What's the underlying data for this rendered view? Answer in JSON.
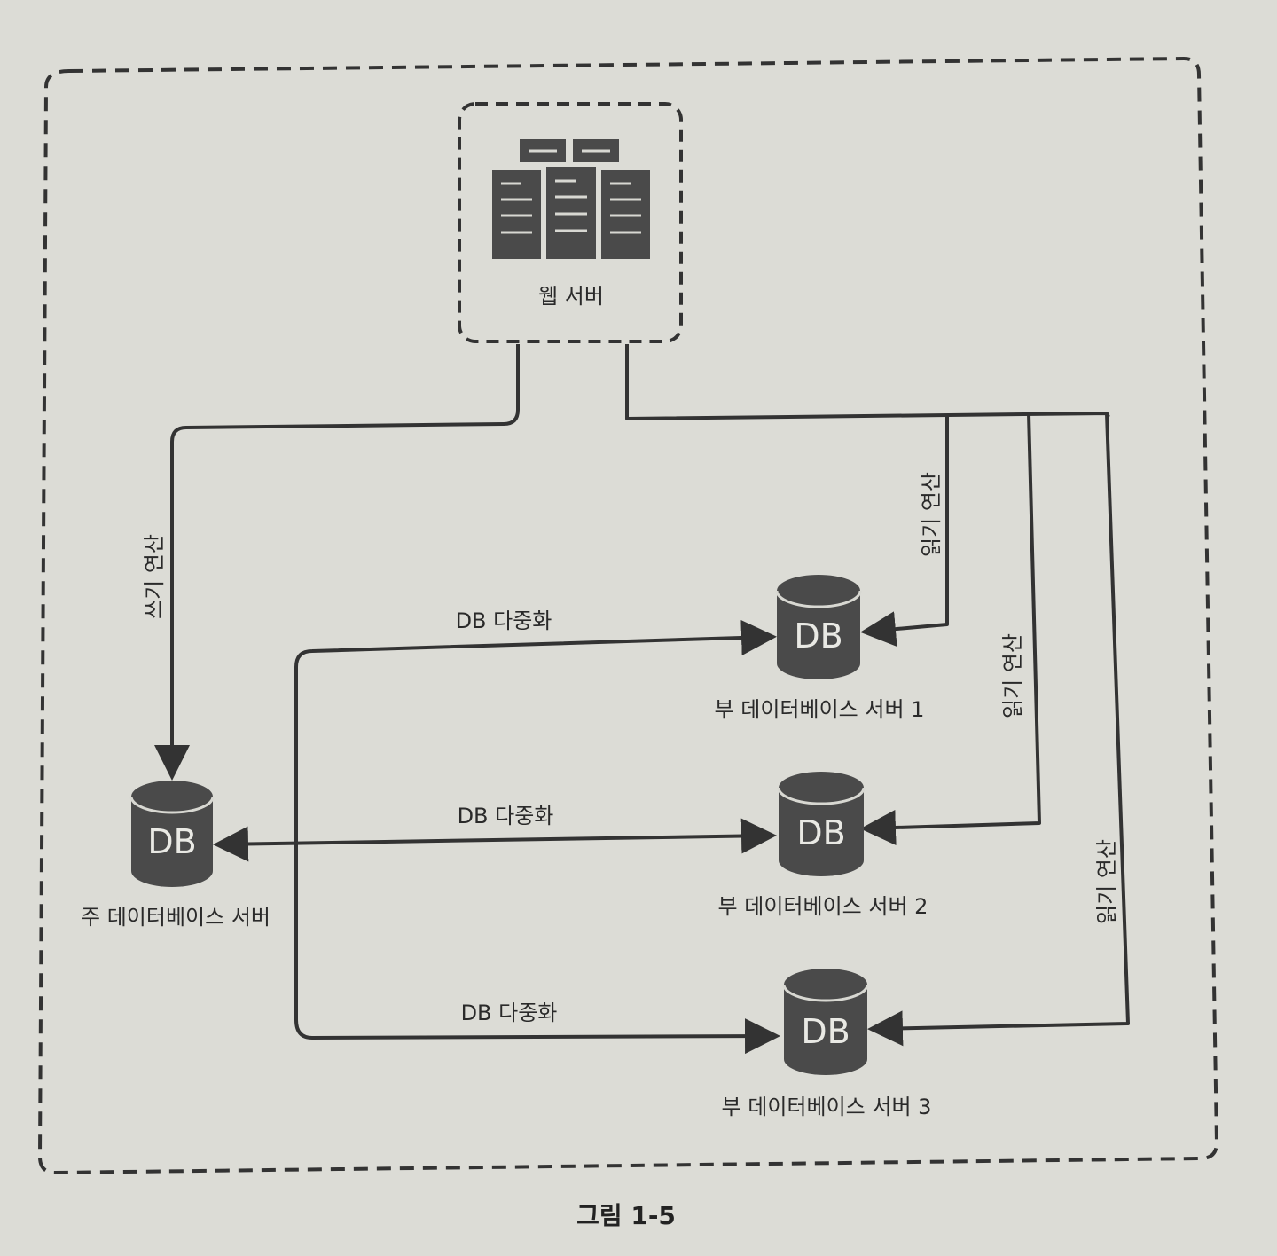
{
  "web_server": {
    "label": "웹 서버",
    "icon": "server-rack-icon"
  },
  "primary_db": {
    "icon_text": "DB",
    "label": "주 데이터베이스 서버"
  },
  "replicas": [
    {
      "icon_text": "DB",
      "label": "부 데이터베이스 서버 1"
    },
    {
      "icon_text": "DB",
      "label": "부 데이터베이스 서버 2"
    },
    {
      "icon_text": "DB",
      "label": "부 데이터베이스 서버 3"
    }
  ],
  "edges": {
    "write": "쓰기 연산",
    "read_1": "읽기 연산",
    "read_2": "읽기 연산",
    "read_3": "읽기 연산",
    "replication_1": "DB 다중화",
    "replication_2": "DB 다중화",
    "replication_3": "DB 다중화"
  },
  "caption": "그림 1-5",
  "colors": {
    "node_fill": "#4a4a4a",
    "line": "#333333",
    "background": "#dcdcd6"
  }
}
